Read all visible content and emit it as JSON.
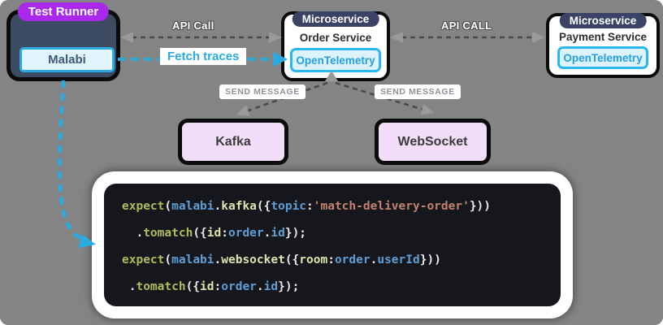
{
  "test_runner": {
    "label": "Test Runner",
    "malabi": "Malabi"
  },
  "order_service": {
    "pill": "Microservice",
    "name": "Order Service",
    "otel": "OpenTelemetry"
  },
  "payment_service": {
    "pill": "Microservice",
    "name": "Payment Service",
    "otel": "OpenTelemetry"
  },
  "brokers": {
    "kafka": "Kafka",
    "websocket": "WebSocket"
  },
  "arrows": {
    "api_call_left": "API Call",
    "api_call_right": "API CALL",
    "fetch_traces": "Fetch traces",
    "send_message_left": "SEND MESSAGE",
    "send_message_right": "SEND MESSAGE"
  },
  "colors": {
    "background": "#848484",
    "test_runner_box": "#3d4b63",
    "test_runner_pill": "#a928e9",
    "microservice_pill": "#3a4266",
    "accent_cyan": "#29abe2",
    "otel_fill": "#dcf2fc",
    "malabi_fill": "#e2f4fd",
    "broker_fill": "#f3defa",
    "code_bg": "#15171d",
    "code_plain": "#e8e8e6",
    "code_function": "#b3ba55",
    "code_object": "#5d9fd6",
    "code_method": "#dfe3ad",
    "code_string": "#c4826f",
    "arrow_gray": "#9a9a9a",
    "line_gray": "#4a4a4a"
  },
  "code": {
    "lines": [
      [
        {
          "c": "fn",
          "t": "expect"
        },
        {
          "c": "pl",
          "t": "("
        },
        {
          "c": "ob",
          "t": "malabi"
        },
        {
          "c": "pl",
          "t": "."
        },
        {
          "c": "me",
          "t": "kafka"
        },
        {
          "c": "pl",
          "t": "({"
        },
        {
          "c": "ob",
          "t": "topic"
        },
        {
          "c": "pl",
          "t": ":"
        },
        {
          "c": "st",
          "t": "'match-delivery-order'"
        },
        {
          "c": "pl",
          "t": "}))"
        }
      ],
      [
        {
          "c": "pl",
          "t": "  ."
        },
        {
          "c": "fn",
          "t": "tomatch"
        },
        {
          "c": "pl",
          "t": "({"
        },
        {
          "c": "me",
          "t": "id"
        },
        {
          "c": "pl",
          "t": ":"
        },
        {
          "c": "ob",
          "t": "order"
        },
        {
          "c": "pl",
          "t": "."
        },
        {
          "c": "ob",
          "t": "id"
        },
        {
          "c": "pl",
          "t": "});"
        }
      ],
      [
        {
          "c": "fn",
          "t": "expect"
        },
        {
          "c": "pl",
          "t": "("
        },
        {
          "c": "ob",
          "t": "malabi"
        },
        {
          "c": "pl",
          "t": "."
        },
        {
          "c": "me",
          "t": "websocket"
        },
        {
          "c": "pl",
          "t": "({"
        },
        {
          "c": "me",
          "t": "room"
        },
        {
          "c": "pl",
          "t": ":"
        },
        {
          "c": "ob",
          "t": "order"
        },
        {
          "c": "pl",
          "t": "."
        },
        {
          "c": "ob",
          "t": "userId"
        },
        {
          "c": "pl",
          "t": "}))"
        }
      ],
      [
        {
          "c": "pl",
          "t": " ."
        },
        {
          "c": "fn",
          "t": "tomatch"
        },
        {
          "c": "pl",
          "t": "({"
        },
        {
          "c": "me",
          "t": "id"
        },
        {
          "c": "pl",
          "t": ":"
        },
        {
          "c": "ob",
          "t": "order"
        },
        {
          "c": "pl",
          "t": "."
        },
        {
          "c": "ob",
          "t": "id"
        },
        {
          "c": "pl",
          "t": "});"
        }
      ]
    ]
  }
}
